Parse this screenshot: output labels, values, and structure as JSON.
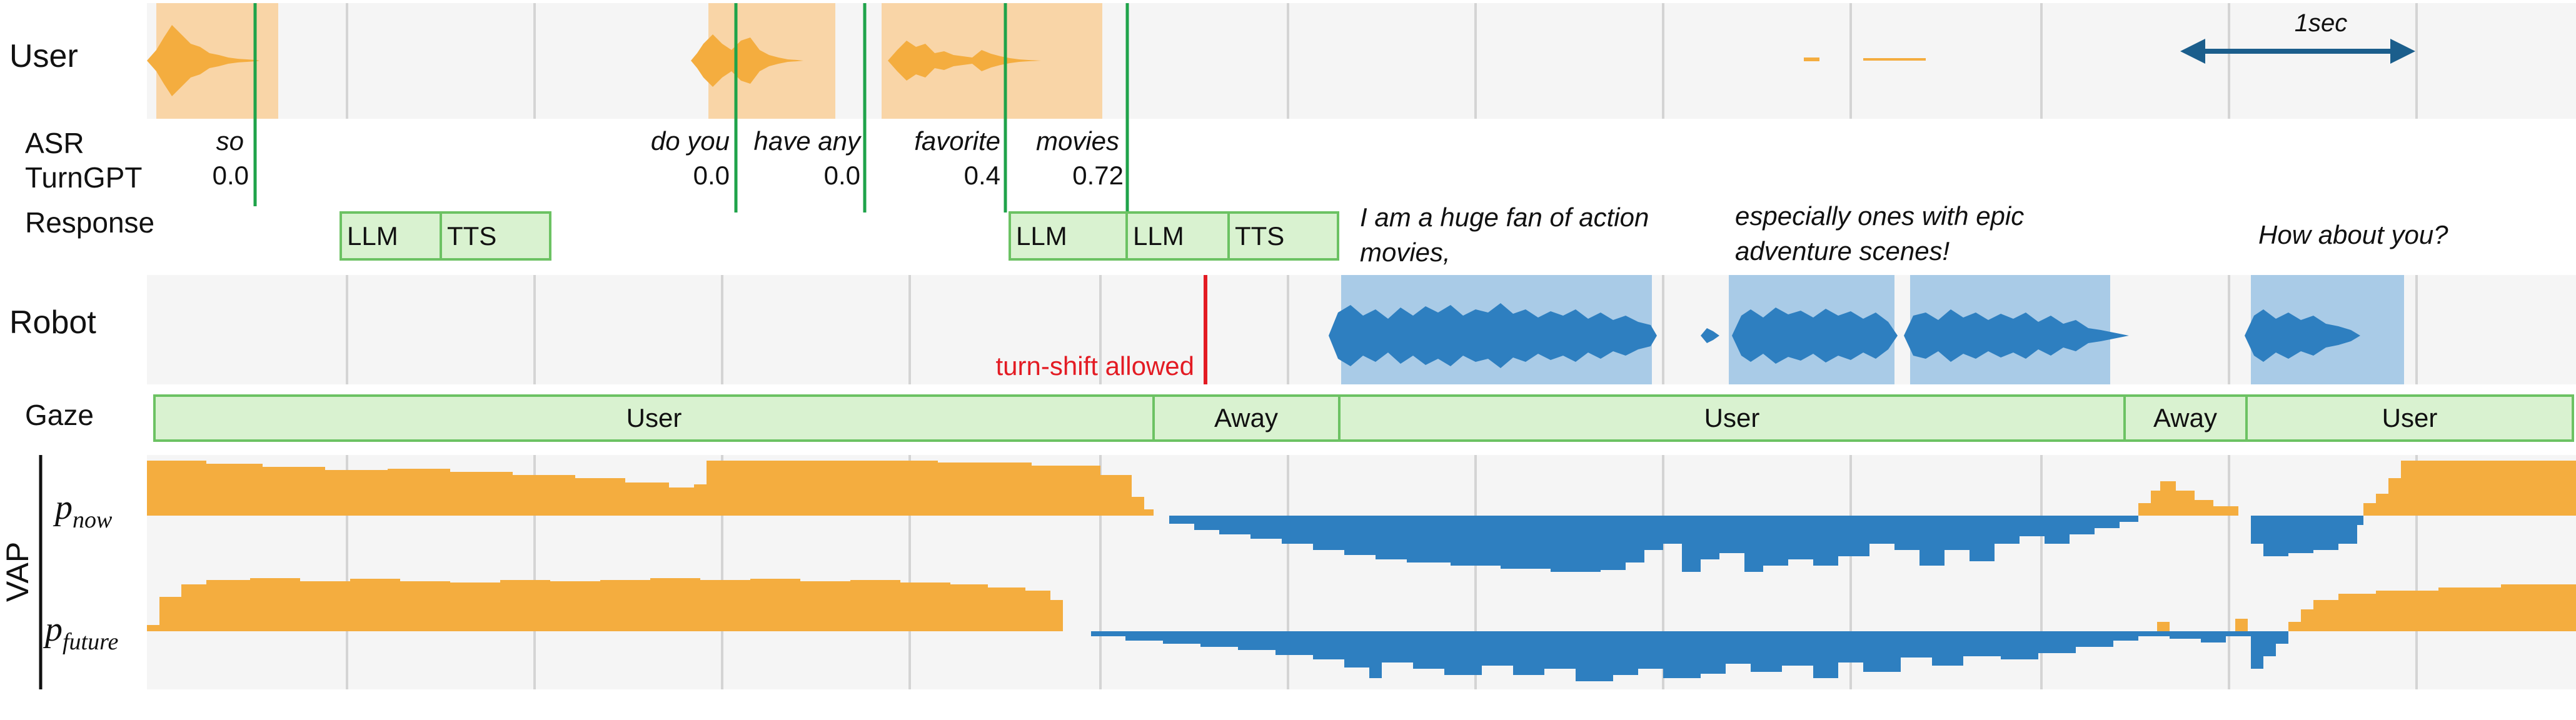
{
  "colors": {
    "user": "#f4ad3f",
    "robot": "#2e7fc0",
    "box_fill": "#d9f2d0",
    "box_stroke": "#6cc263",
    "turn_line": "#e31b23",
    "boundary_line": "#1fa34a",
    "scale_arrow": "#1b5e8c"
  },
  "tracks": {
    "user": "User",
    "asr": "ASR",
    "turngpt": "TurnGPT",
    "response": "Response",
    "robot": "Robot",
    "gaze": "Gaze",
    "vap": "VAP",
    "p_now": "p",
    "p_now_sub": "now",
    "p_future": "p",
    "p_future_sub": "future"
  },
  "scale_label": "1sec",
  "asr_words": [
    "so",
    "do you",
    "have any",
    "favorite",
    "movies"
  ],
  "turngpt_scores": [
    "0.0",
    "0.0",
    "0.0",
    "0.4",
    "0.72"
  ],
  "response_boxes": [
    "LLM",
    "TTS",
    "LLM",
    "LLM",
    "TTS"
  ],
  "robot_utterances": [
    "I am a huge fan of action",
    "movies,",
    "especially ones with epic",
    "adventure scenes!",
    "How about you?"
  ],
  "turn_shift_label": "turn-shift allowed",
  "gaze_segments": [
    "User",
    "Away",
    "User",
    "Away",
    "User"
  ]
}
